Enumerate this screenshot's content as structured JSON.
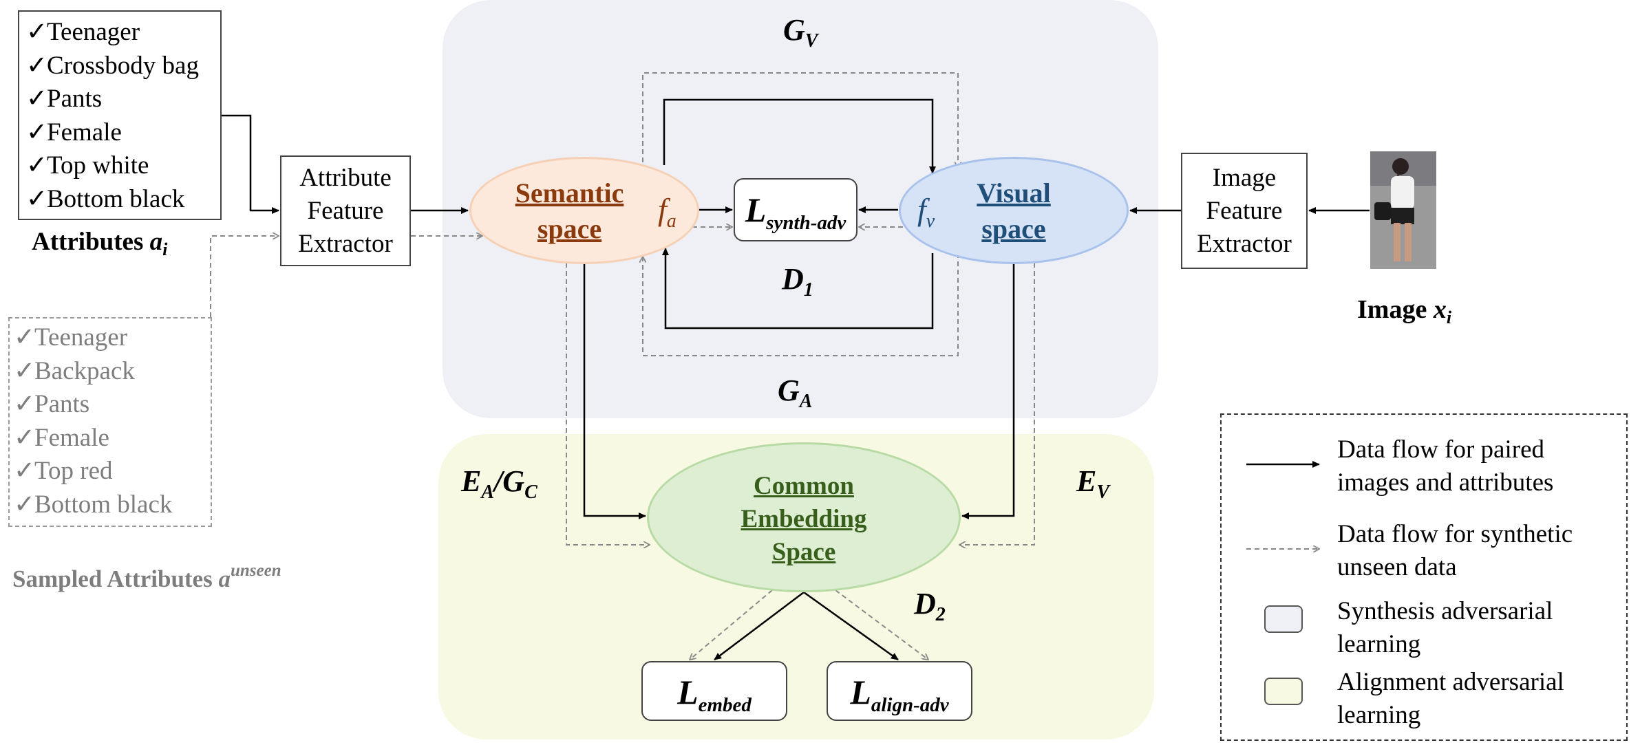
{
  "regions": {
    "synthesis_color": "#EEF0F6",
    "alignment_color": "#F7F9E2"
  },
  "seen_attributes": [
    "Teenager",
    "Crossbody bag",
    "Pants",
    "Female",
    "Top white",
    "Bottom black"
  ],
  "sampled_attributes": [
    "Teenager",
    "Backpack",
    "Pants",
    "Female",
    "Top red",
    "Bottom black"
  ],
  "check_mark": "✓",
  "labels": {
    "attributes_prefix": "Attributes",
    "attributes_var": "a",
    "attributes_sub": "i",
    "sampled_prefix": "Sampled Attributes",
    "sampled_var": "a",
    "sampled_sup": "unseen",
    "image_prefix": "Image",
    "image_var": "x",
    "image_sub": "i"
  },
  "attribute_extractor": [
    "Attribute",
    "Feature",
    "Extractor"
  ],
  "image_extractor": [
    "Image",
    "Feature",
    "Extractor"
  ],
  "semantic_space": [
    "Semantic",
    "space"
  ],
  "visual_space": [
    "Visual",
    "space"
  ],
  "common_space": [
    "Common",
    "Embedding",
    "Space"
  ],
  "symbols": {
    "GV_main": "G",
    "GV_sub": "V",
    "GA_main": "G",
    "GA_sub": "A",
    "D1_main": "D",
    "D1_sub": "1",
    "D2_main": "D",
    "D2_sub": "2",
    "EA_main": "E",
    "EA_sub": "A",
    "GC_main": "G",
    "GC_sub": "C",
    "slash": "/",
    "EV_main": "E",
    "EV_sub": "V",
    "fa_main": "f",
    "fa_sub": "a",
    "fv_main": "f",
    "fv_sub": "v"
  },
  "losses": {
    "synth_main": "L",
    "synth_sub": "synth-adv",
    "embed_main": "L",
    "embed_sub": "embed",
    "align_main": "L",
    "align_sub": "align-adv"
  },
  "legend": {
    "paired": [
      "Data flow for paired",
      "images and attributes"
    ],
    "synthetic": [
      "Data flow for synthetic",
      "unseen data"
    ],
    "synthesis": [
      "Synthesis adversarial",
      "learning"
    ],
    "alignment": [
      "Alignment adversarial",
      "learning"
    ]
  },
  "icons": {
    "person_photo": "pedestrian-photo"
  }
}
